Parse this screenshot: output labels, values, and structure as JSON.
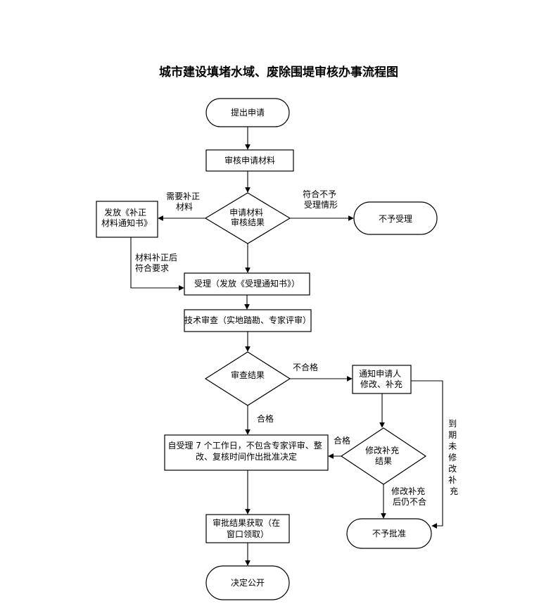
{
  "title": "城市建设填堵水域、废除围堤审核办事流程图",
  "nodes": {
    "start": [
      "提出申请"
    ],
    "review_materials": [
      "审核申请材料"
    ],
    "notice_supplement": [
      "发放《补正",
      "材料通知书》"
    ],
    "decision_materials": [
      "申请材料",
      "审核结果"
    ],
    "reject_accept": [
      "不予受理"
    ],
    "accept": [
      "受理（发放《受理通知书》）"
    ],
    "tech_review": [
      "技术审查（实地踏勘、专家评审）"
    ],
    "decision_review": [
      "审查结果"
    ],
    "notify_applicant": [
      "通知申请人",
      "修改、补充"
    ],
    "decision_modify": [
      "修改补充",
      "结果"
    ],
    "approve_decision": [
      "自受理 7 个工作日，不包含专家评审、整",
      "改、复核时间作出批准决定"
    ],
    "reject_approve": [
      "不予批准"
    ],
    "obtain_result": [
      "审批结果获取（在",
      "窗口领取）"
    ],
    "publish": [
      "决定公开"
    ]
  },
  "edge_labels": {
    "need_supplement": [
      "需要补正",
      "材料"
    ],
    "not_eligible": [
      "符合不予",
      "受理情形"
    ],
    "supplement_ok": [
      "材料补正后",
      "符合要求"
    ],
    "unqualified": [
      "不合格"
    ],
    "qualified": [
      "合格"
    ],
    "qualified_after_modify": [
      "合格"
    ],
    "still_unqualified": [
      "修改补充",
      "后仍不合"
    ],
    "overdue": [
      "到",
      "期",
      "未",
      "修",
      "改",
      "补",
      "充"
    ]
  }
}
